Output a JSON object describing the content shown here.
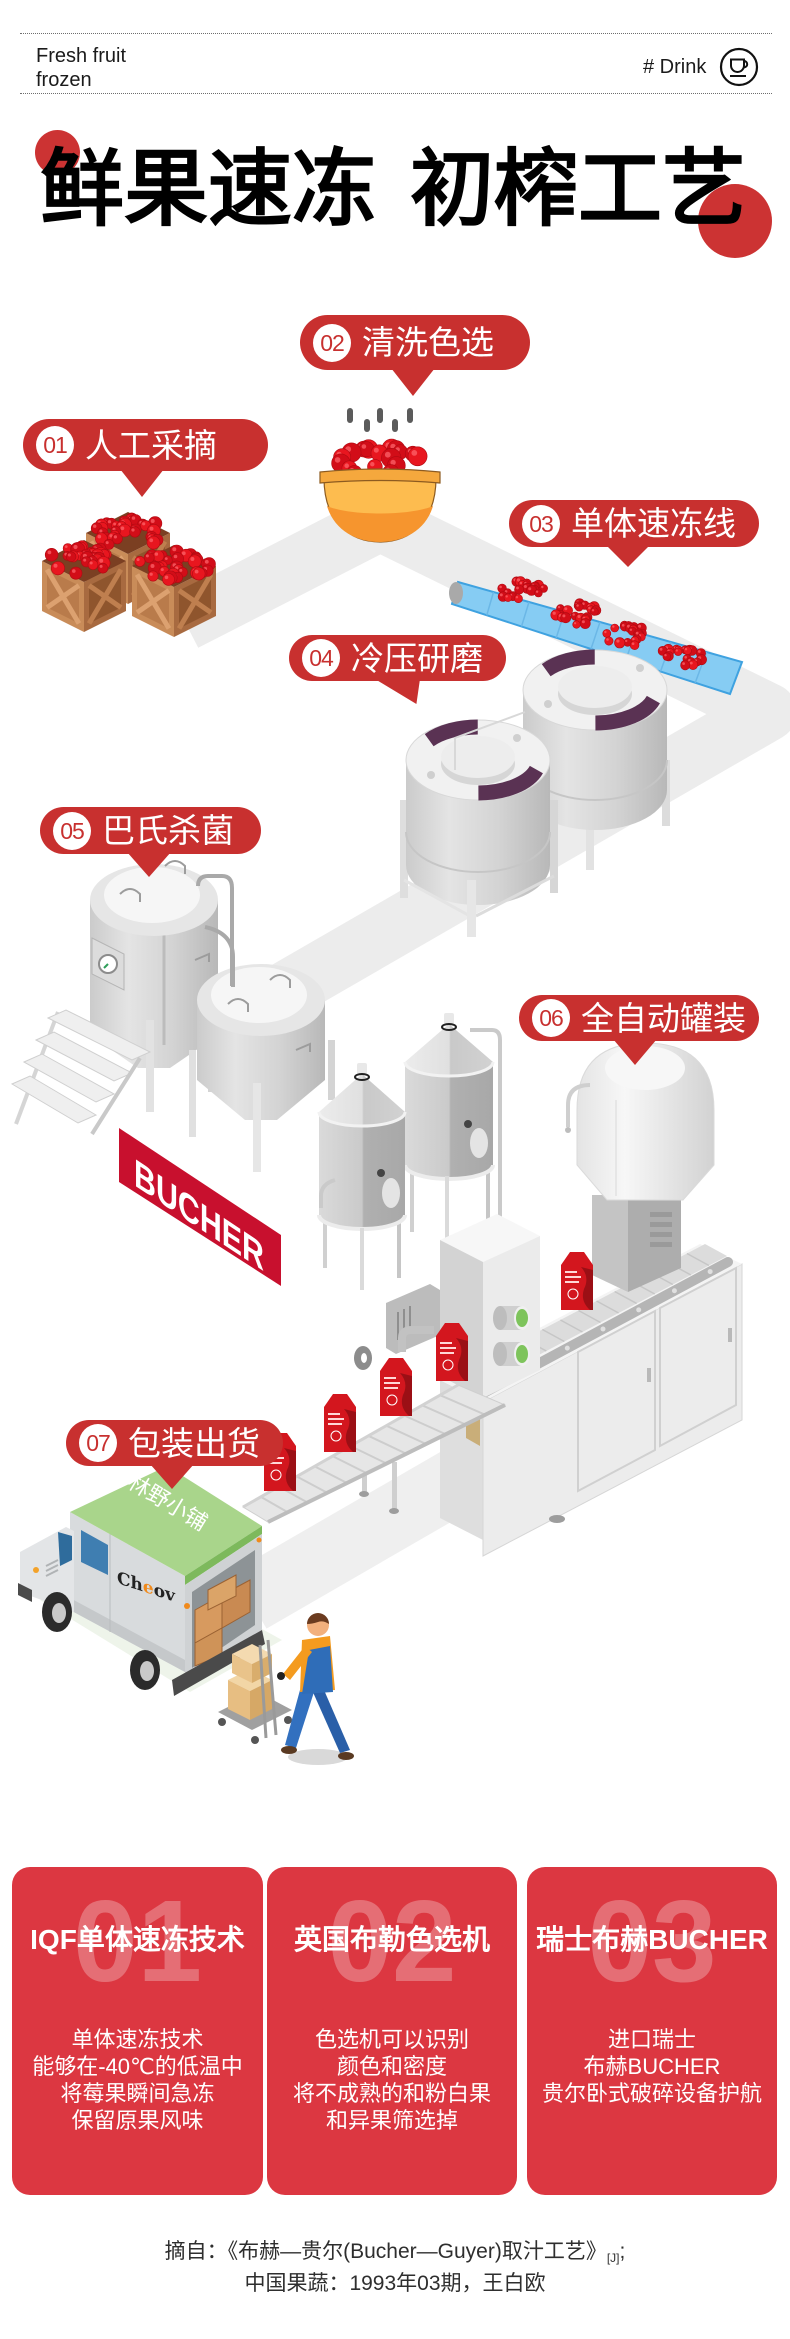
{
  "header": {
    "tagline": [
      "Fresh fruit",
      "frozen"
    ],
    "category": "# Drink",
    "category_icon": "coffee-cup-icon"
  },
  "title": {
    "part1": "鲜果速冻",
    "part2": "初榨工艺"
  },
  "colors": {
    "label_red": "#c8302f",
    "card_red": "#dc3741",
    "accent_red": "#cc3333",
    "sign_red": "#c8102e"
  },
  "steps": [
    {
      "num": "01",
      "label": "人工采摘"
    },
    {
      "num": "02",
      "label": "清洗色选"
    },
    {
      "num": "03",
      "label": "单体速冻线"
    },
    {
      "num": "04",
      "label": "冷压研磨"
    },
    {
      "num": "05",
      "label": "巴氏杀菌"
    },
    {
      "num": "06",
      "label": "全自动罐装"
    },
    {
      "num": "07",
      "label": "包装出货"
    }
  ],
  "illustration": {
    "sign_text": "BUCHER",
    "truck_roof_text": "林野小铺",
    "truck_brand": {
      "prefix": "Ch",
      "accent": "e",
      "suffix": "ov"
    }
  },
  "cards": [
    {
      "num": "01",
      "title": "IQF单体速冻技术",
      "lines": [
        "单体速冻技术",
        "能够在-40℃的低温中",
        "将莓果瞬间急冻",
        "保留原果风味"
      ]
    },
    {
      "num": "02",
      "title": "英国布勒色选机",
      "lines": [
        "色选机可以识别",
        "颜色和密度",
        "将不成熟的和粉白果",
        "和异果筛选掉"
      ]
    },
    {
      "num": "03",
      "title": "瑞士布赫BUCHER",
      "lines": [
        "进口瑞士",
        "布赫BUCHER",
        "贵尔卧式破碎设备护航"
      ]
    }
  ],
  "citation": {
    "line1": "摘自：《布赫—贵尔(Bucher—Guyer)取汁工艺》",
    "type_mark": "[J]",
    "line1_end": ";",
    "line2": "中国果蔬：1993年03期，王白欧"
  }
}
